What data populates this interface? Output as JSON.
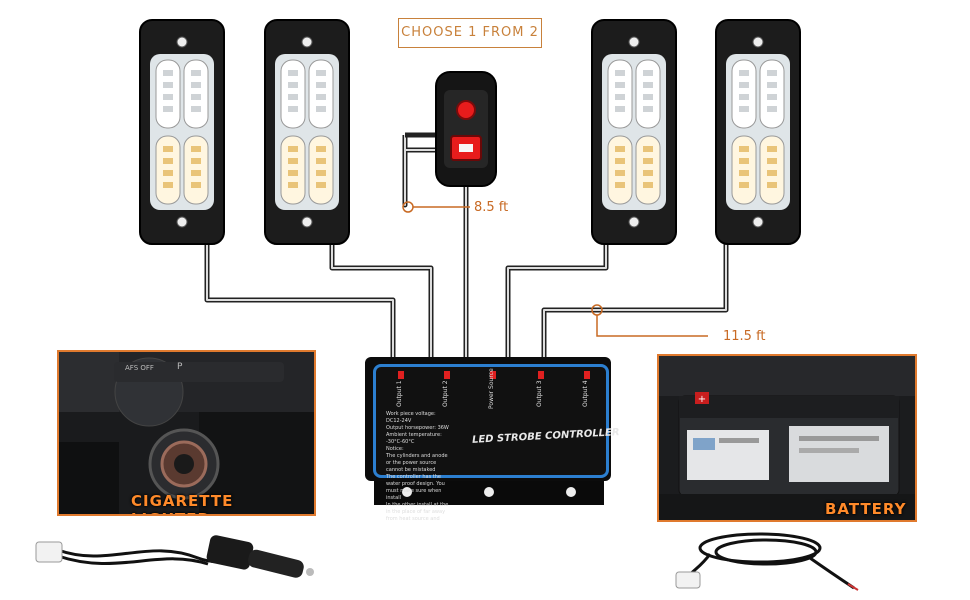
{
  "header": {
    "choose_label": "CHOOSE 1 FROM 2"
  },
  "cables": {
    "switch_length": "8.5 ft",
    "light_length": "11.5 ft"
  },
  "controller": {
    "title": "LED STROBE CONTROLLER",
    "ports": [
      "Output 1",
      "Output 2",
      "Power Source",
      "Output 3",
      "Output 4"
    ],
    "specs": [
      "Work piece voltage: DC12-24V",
      "Output horsepower: 36W",
      "Ambient temperature: -30°C-60°C",
      "Notice:",
      "The cylinders and anode or the power source cannot be mistaked",
      "The controller has the water proof design. You must make sure when install",
      "In the other install at the in the place of far away from heat source and"
    ]
  },
  "power_options": {
    "lighter": {
      "caption": "CIGARETTE LIGHTER",
      "dash_text": [
        "AFS OFF",
        "P"
      ]
    },
    "battery": {
      "caption": "BATTERY"
    }
  },
  "colors": {
    "accent": "#e07a2e",
    "controller_border": "#2c7fd0",
    "switch_led": "#e81c1c"
  }
}
